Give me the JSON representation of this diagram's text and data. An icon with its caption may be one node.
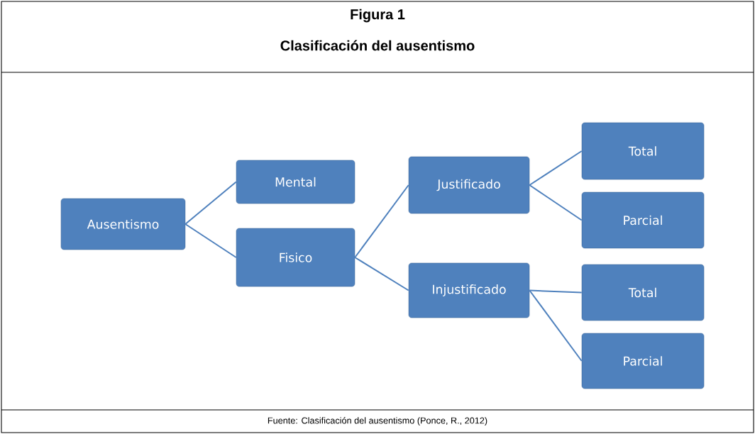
{
  "diagram": {
    "title": "Clasificación del ausentismo",
    "caption": "Fuente: Clasificación del ausentismo (Ponce, R., 2012)",
    "labels": [
      "Figura 1"
    ],
    "nodes": [
      {
        "text": [
          "Ausentismo"
        ]
      },
      {
        "text": [
          "Mental"
        ]
      },
      {
        "text": [
          "Fisico"
        ]
      },
      {
        "text": [
          "Justificado"
        ]
      },
      {
        "text": [
          "Injustificado"
        ]
      },
      {
        "text": [
          "Total"
        ]
      },
      {
        "text": [
          "Parcial"
        ]
      },
      {
        "text": [
          "Total"
        ]
      },
      {
        "text": [
          "Parcial"
        ]
      }
    ],
    "edges": [
      {
        "from": 0,
        "to": 1,
        "arrow": "none"
      },
      {
        "from": 0,
        "to": 2,
        "arrow": "none"
      },
      {
        "from": 2,
        "to": 3,
        "arrow": "none"
      },
      {
        "from": 2,
        "to": 4,
        "arrow": "none"
      },
      {
        "from": 3,
        "to": 5,
        "arrow": "none"
      },
      {
        "from": 3,
        "to": 6,
        "arrow": "none"
      },
      {
        "from": 4,
        "to": 7,
        "arrow": "none"
      },
      {
        "from": 4,
        "to": 8,
        "arrow": "none"
      }
    ]
  }
}
